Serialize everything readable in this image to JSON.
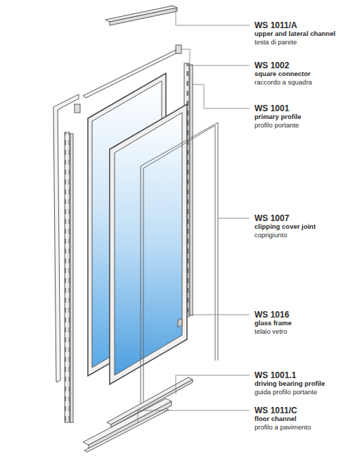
{
  "diagram": {
    "labels": [
      "WS 1011/A",
      "upper and lateral channel",
      "testa di parete",
      "WS 1002",
      "square connector",
      "raccordo a squadra",
      "WS 1001",
      "primary profile",
      "profilo portante",
      "WS 1007",
      "clipping cover joint",
      "coprigiunto",
      "WS 1016",
      "glass frame",
      "telaio vetro",
      "WS 1001.1",
      "driving bearing profile",
      "guida profilo portante",
      "WS 1011/C",
      "floor channel",
      "profilo a pavimento"
    ]
  }
}
